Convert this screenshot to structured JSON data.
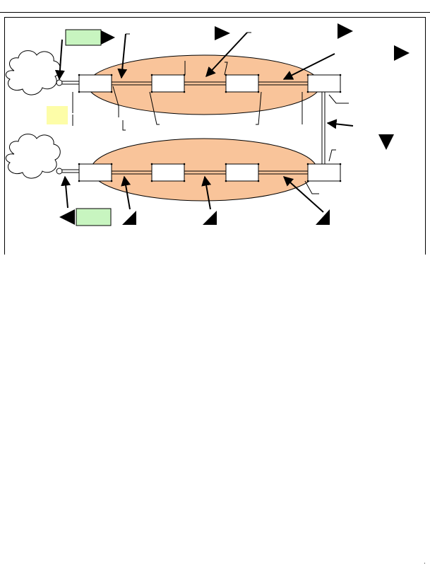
{
  "colors": {
    "ring_fill": "#f9c49a",
    "ring_stroke": "#000000",
    "label_box_fill": "#c8f5c0",
    "note_box_fill": "#fdfda8",
    "node_fill": "#ffffff",
    "line": "#000000"
  },
  "diagram": {
    "rings": [
      "upper-ring",
      "lower-ring"
    ],
    "upper_ring_nodes": [
      "node-1",
      "node-2",
      "node-3",
      "node-4"
    ],
    "lower_ring_nodes": [
      "node-1",
      "node-2",
      "node-3",
      "node-4"
    ],
    "clouds": [
      "upper-cloud",
      "lower-cloud"
    ],
    "icons": [
      "cloud-icon",
      "arrow-icon",
      "triangle-marker-icon",
      "connector-icon"
    ]
  }
}
